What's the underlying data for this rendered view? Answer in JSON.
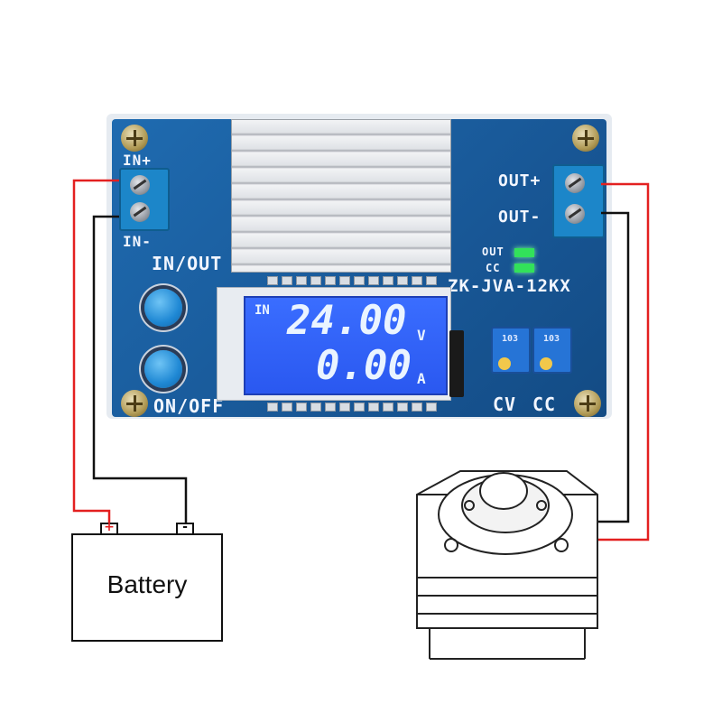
{
  "board": {
    "model": "ZK-JVA-12KX",
    "in_plus": "IN+",
    "in_minus": "IN-",
    "in_out_label": "IN/OUT",
    "on_off_label": "ON/OFF",
    "out_plus": "OUT+",
    "out_minus": "OUT-",
    "led_out_label": "OUT",
    "led_cc_label": "CC",
    "cv_label": "CV",
    "cc_label": "CC",
    "pot_marking": "103"
  },
  "lcd": {
    "in_label": "IN",
    "voltage": "24.00",
    "voltage_unit": "V",
    "current": "0.00",
    "current_unit": "A"
  },
  "battery": {
    "label": "Battery",
    "plus": "+",
    "minus": "-"
  },
  "colors": {
    "pcb": "#1b5d9a",
    "wire_positive": "#e32020",
    "wire_negative": "#111111",
    "lcd_background": "#2f63ff",
    "led": "#32e15a"
  }
}
